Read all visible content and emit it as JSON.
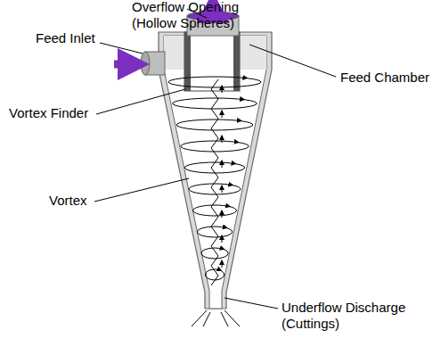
{
  "diagram": {
    "labels": [
      "Overflow Opening (Hollow Spheres)",
      "Feed Inlet",
      "Feed Chamber",
      "Vortex Finder",
      "Vortex",
      "Underflow Discharge (Cuttings)"
    ]
  }
}
